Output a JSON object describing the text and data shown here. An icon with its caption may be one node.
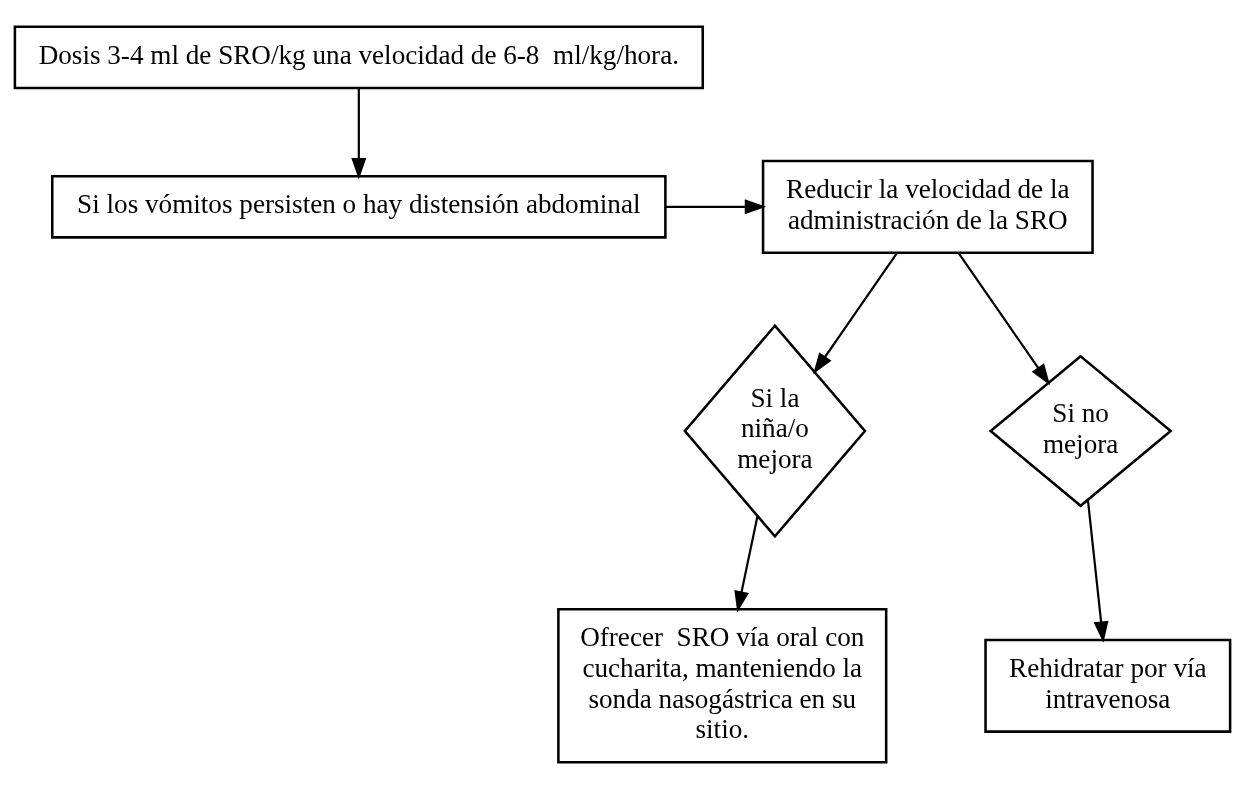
{
  "diagram": {
    "nodes": [
      {
        "text": [
          "Dosis 3-4 ml de SRO/kg una velocidad de 6-8  ml/kg/hora."
        ]
      },
      {
        "text": [
          "Si los vómitos persisten o hay distensión abdominal"
        ]
      },
      {
        "text": [
          "Reducir la velocidad de la administración de la SRO"
        ]
      },
      {
        "text": [
          "Si la niña/o mejora"
        ]
      },
      {
        "text": [
          "Si no mejora"
        ]
      },
      {
        "text": [
          "Ofrecer  SRO vía oral con cucharita, manteniendo la sonda nasogástrica en su sitio."
        ]
      },
      {
        "text": [
          "Rehidratar por vía intravenosa"
        ]
      }
    ],
    "edges": [
      {
        "from": 0,
        "to": 1,
        "arrow": "to"
      },
      {
        "from": 1,
        "to": 2,
        "arrow": "to"
      },
      {
        "from": 2,
        "to": 3,
        "arrow": "to"
      },
      {
        "from": 2,
        "to": 4,
        "arrow": "to"
      },
      {
        "from": 3,
        "to": 5,
        "arrow": "to"
      },
      {
        "from": 4,
        "to": 6,
        "arrow": "to"
      }
    ]
  }
}
